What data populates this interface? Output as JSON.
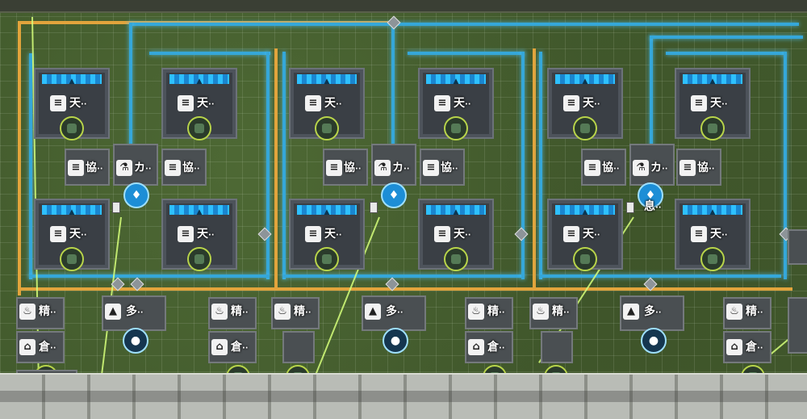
{
  "labels": {
    "tian": "天",
    "xie": "協",
    "ka": "カ",
    "xi": "息",
    "jing": "精",
    "duo": "多",
    "cang": "倉",
    "dots": "··"
  },
  "colors": {
    "ground": "#41592c",
    "pipe_blue": "#35a7d9",
    "pipe_orange": "#e2a43c",
    "machine_band": "#2ec0ff",
    "power_ring": "#b8d44a",
    "beam": "#d6ff7a"
  },
  "icons": {
    "machine": "gear-icon",
    "core": "crystal-icon",
    "water": "water-drop-icon",
    "flask": "flask-icon",
    "doc": "document-icon",
    "fire": "flame-icon"
  }
}
